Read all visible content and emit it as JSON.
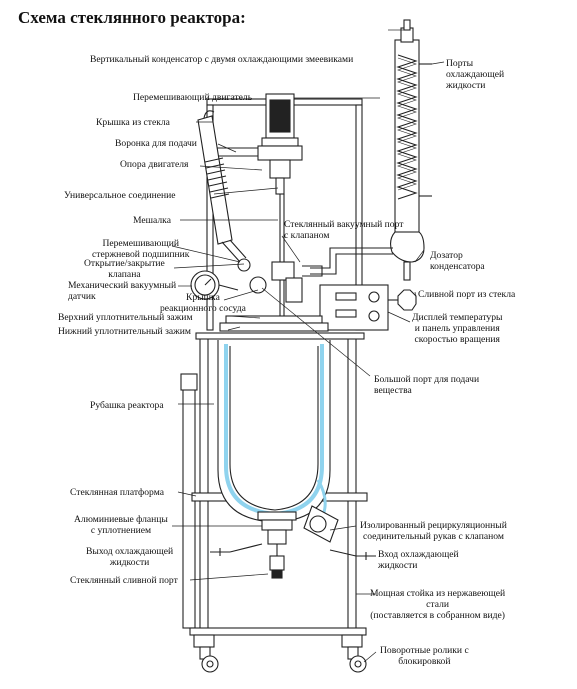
{
  "title": "Схема стеклянного реактора:",
  "colors": {
    "line": "#222222",
    "jacket": "#8fd3ee",
    "fill": "#ffffff"
  },
  "labels": {
    "condenser": "Вертикальный конденсатор с двумя охлаждающими змеевиками",
    "cooling_ports": "Порты\nохлаждающей\nжидкости",
    "motor": "Перемешивающий двигатель",
    "glass_cap": "Крышка из стекла",
    "feed_funnel": "Воронка для подачи",
    "motor_support": "Опора двигателя",
    "universal_joint": "Универсальное соединение",
    "stirrer": "Мешалка",
    "vacuum_port": "Стеклянный вакуумный порт\nс клапаном",
    "bearing": "Перемешивающий\nстержневой подшипник",
    "valve_open_close": "Открытие/закрытие\nклапана",
    "vacuum_gauge": "Механический вакуумный\nдатчик",
    "vessel_lid": "Крышка\nреакционного сосуда",
    "condenser_dispenser": "Дозатор\nконденсатора",
    "glass_drain_port_right": "Сливной порт из стекла",
    "upper_seal": "Верхний уплотнительный зажим",
    "lower_seal": "Нижний уплотнительный зажим",
    "display_panel": "Дисплей температуры\nи панель управления\nскоростью вращения",
    "large_feed_port": "Большой порт для подачи\nвещества",
    "jacket": "Рубашка реактора",
    "glass_platform": "Стеклянная платформа",
    "al_flanges": "Алюминиевые фланцы\nс уплотнением",
    "insulated_sleeve": "Изолированный рециркуляционный\nсоединительный рукав с клапаном",
    "coolant_outlet": "Выход охлаждающей\nжидкости",
    "coolant_inlet": "Вход охлаждающей\nжидкости",
    "glass_drain_port": "Стеклянный сливной порт",
    "steel_frame": "Мощная стойка из нержавеющей\nстали\n(поставляется в собранном виде)",
    "casters": "Поворотные ролики с\nблокировкой"
  }
}
